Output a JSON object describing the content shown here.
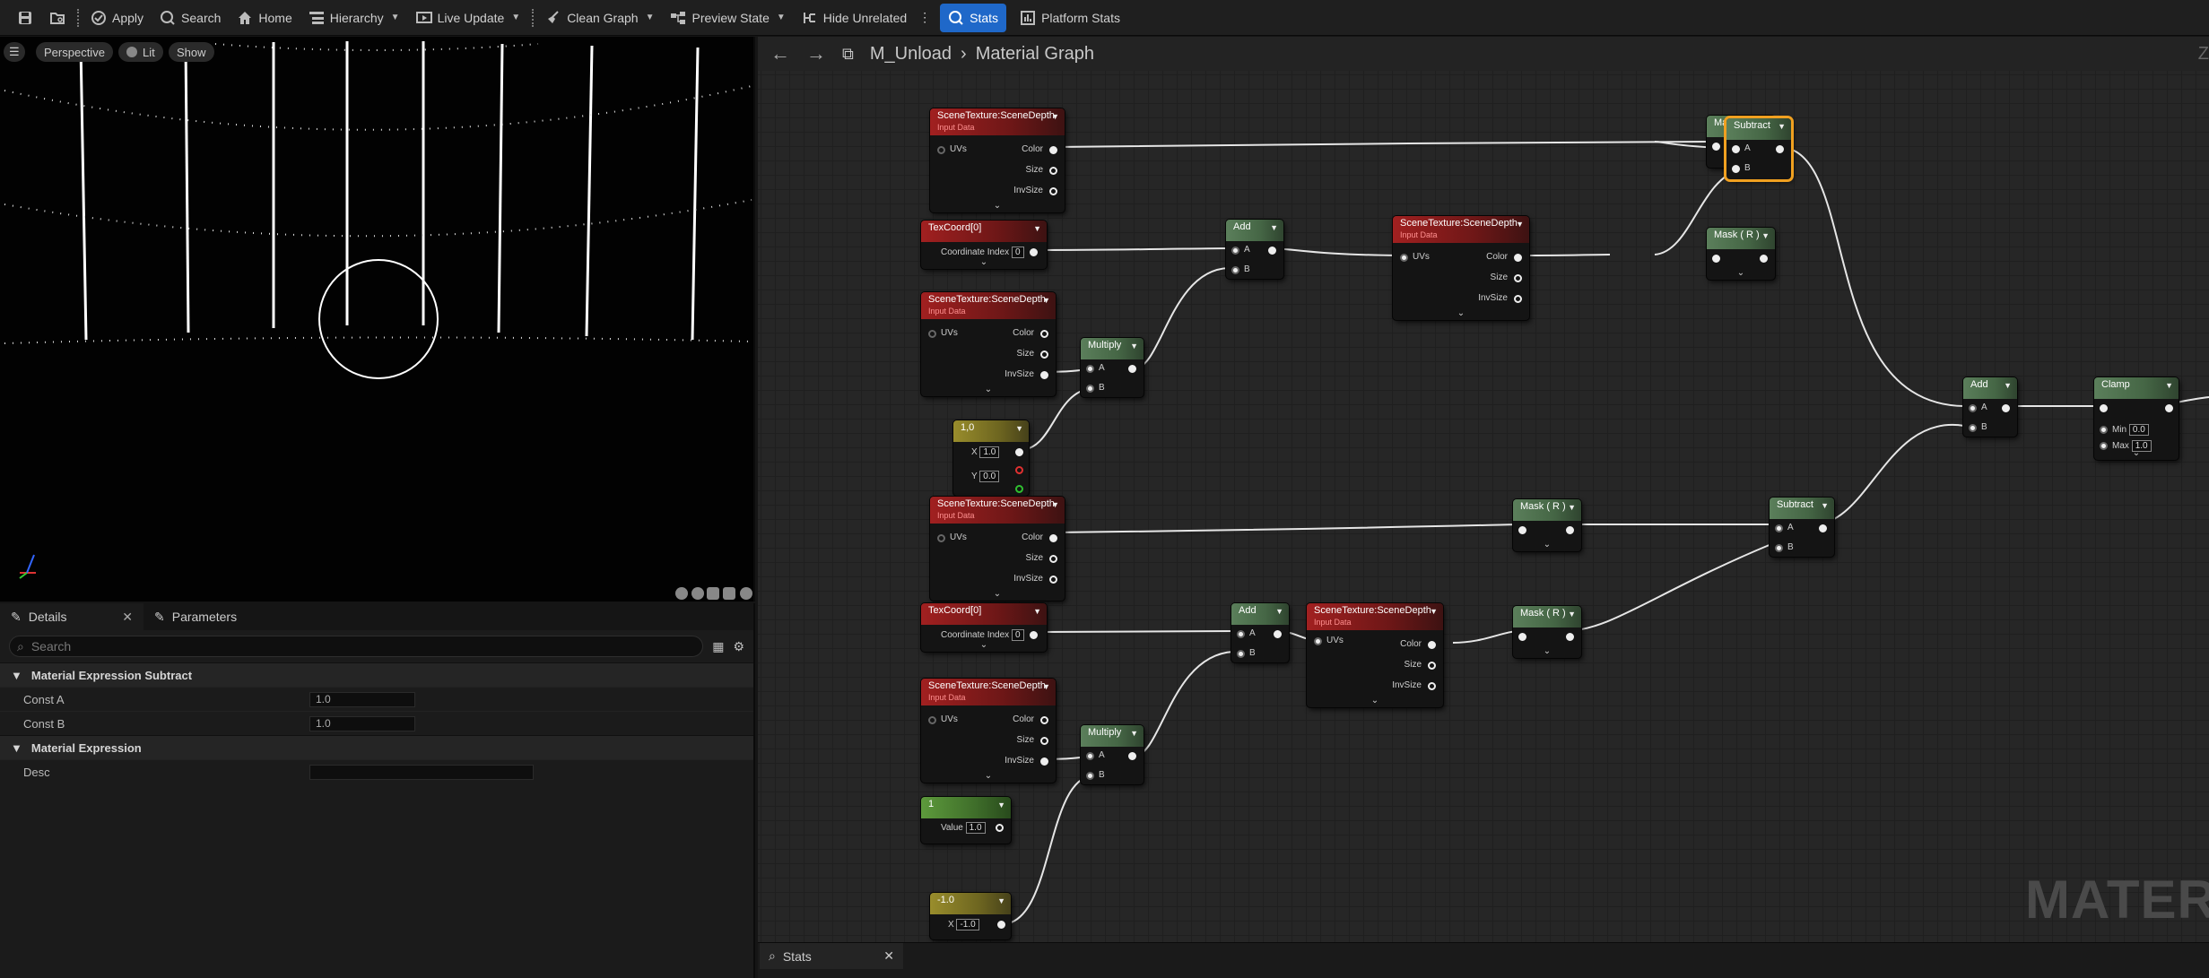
{
  "toolbar": {
    "apply": "Apply",
    "search": "Search",
    "home": "Home",
    "hierarchy": "Hierarchy",
    "live_update": "Live Update",
    "clean_graph": "Clean Graph",
    "preview_state": "Preview State",
    "hide_unrelated": "Hide Unrelated",
    "stats": "Stats",
    "platform_stats": "Platform Stats"
  },
  "viewport": {
    "perspective": "Perspective",
    "lit": "Lit",
    "show": "Show"
  },
  "details": {
    "tab_details": "Details",
    "tab_parameters": "Parameters",
    "search_placeholder": "Search",
    "section1": "Material Expression Subtract",
    "const_a_label": "Const A",
    "const_a": "1.0",
    "const_b_label": "Const B",
    "const_b": "1.0",
    "section2": "Material Expression",
    "desc_label": "Desc",
    "desc": ""
  },
  "graph": {
    "crumb_asset": "M_Unload",
    "crumb_graph": "Material Graph",
    "corner": "Z",
    "watermark": "MATERIA",
    "st1": {
      "title": "SceneTexture:SceneDepth",
      "sub": "Input Data",
      "uvs": "UVs",
      "color": "Color",
      "size": "Size",
      "invsize": "InvSize"
    },
    "st2": {
      "title": "SceneTexture:SceneDepth",
      "sub": "Input Data",
      "uvs": "UVs",
      "color": "Color",
      "size": "Size",
      "invsize": "InvSize"
    },
    "st3": {
      "title": "SceneTexture:SceneDepth",
      "sub": "Input Data",
      "uvs": "UVs",
      "color": "Color",
      "size": "Size",
      "invsize": "InvSize"
    },
    "st4": {
      "title": "SceneTexture:SceneDepth",
      "sub": "Input Data",
      "uvs": "UVs",
      "color": "Color",
      "size": "Size",
      "invsize": "InvSize"
    },
    "st5": {
      "title": "SceneTexture:SceneDepth",
      "sub": "Input Data",
      "uvs": "UVs",
      "color": "Color",
      "size": "Size",
      "invsize": "InvSize"
    },
    "st6": {
      "title": "SceneTexture:SceneDepth",
      "sub": "Input Data",
      "uvs": "UVs",
      "color": "Color",
      "size": "Size",
      "invsize": "InvSize"
    },
    "tc1": {
      "title": "TexCoord[0]",
      "label": "Coordinate Index",
      "value": "0"
    },
    "tc2": {
      "title": "TexCoord[0]",
      "label": "Coordinate Index",
      "value": "0"
    },
    "add1": {
      "title": "Add",
      "a": "A",
      "b": "B"
    },
    "add2": {
      "title": "Add",
      "a": "A",
      "b": "B"
    },
    "add3": {
      "title": "Add",
      "a": "A",
      "b": "B"
    },
    "mul1": {
      "title": "Multiply",
      "a": "A",
      "b": "B"
    },
    "mul2": {
      "title": "Multiply",
      "a": "A",
      "b": "B"
    },
    "mask1": {
      "title": "Mask ( R )"
    },
    "mask2": {
      "title": "Mask ( R )"
    },
    "mask3": {
      "title": "Mask ( R )"
    },
    "mask4": {
      "title": "Mask ( R )"
    },
    "sub1": {
      "title": "Subtract",
      "a": "A",
      "b": "B"
    },
    "sub2": {
      "title": "Subtract",
      "a": "A",
      "b": "B"
    },
    "clamp": {
      "title": "Clamp",
      "min_label": "Min",
      "min": "0.0",
      "max_label": "Max",
      "max": "1.0"
    },
    "v2": {
      "title": "1,0",
      "x_label": "X",
      "x": "1.0",
      "y_label": "Y",
      "y": "0.0"
    },
    "const1": {
      "title": "1",
      "label": "Value",
      "value": "1.0"
    },
    "constneg": {
      "title": "-1.0",
      "x_label": "X",
      "x": "-1.0"
    }
  },
  "stats_panel": {
    "tab": "Stats"
  }
}
